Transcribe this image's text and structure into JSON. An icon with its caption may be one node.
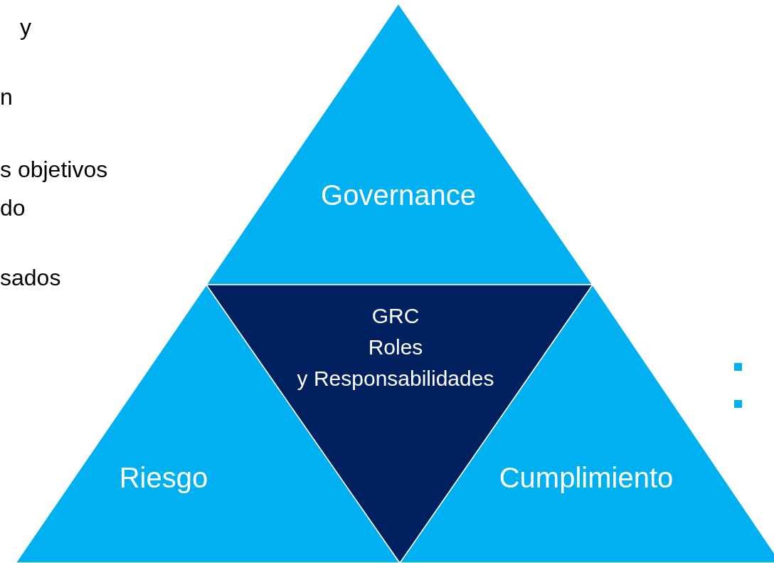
{
  "diagram": {
    "nodes": [
      {
        "text": [
          "Governance"
        ]
      },
      {
        "text": [
          "Riesgo"
        ]
      },
      {
        "text": [
          "GRC",
          "Roles",
          "y Responsabilidades"
        ]
      },
      {
        "text": [
          "Cumplimiento"
        ]
      }
    ],
    "labels": [
      "y",
      "n",
      "s objetivos",
      "do",
      "sados"
    ]
  }
}
